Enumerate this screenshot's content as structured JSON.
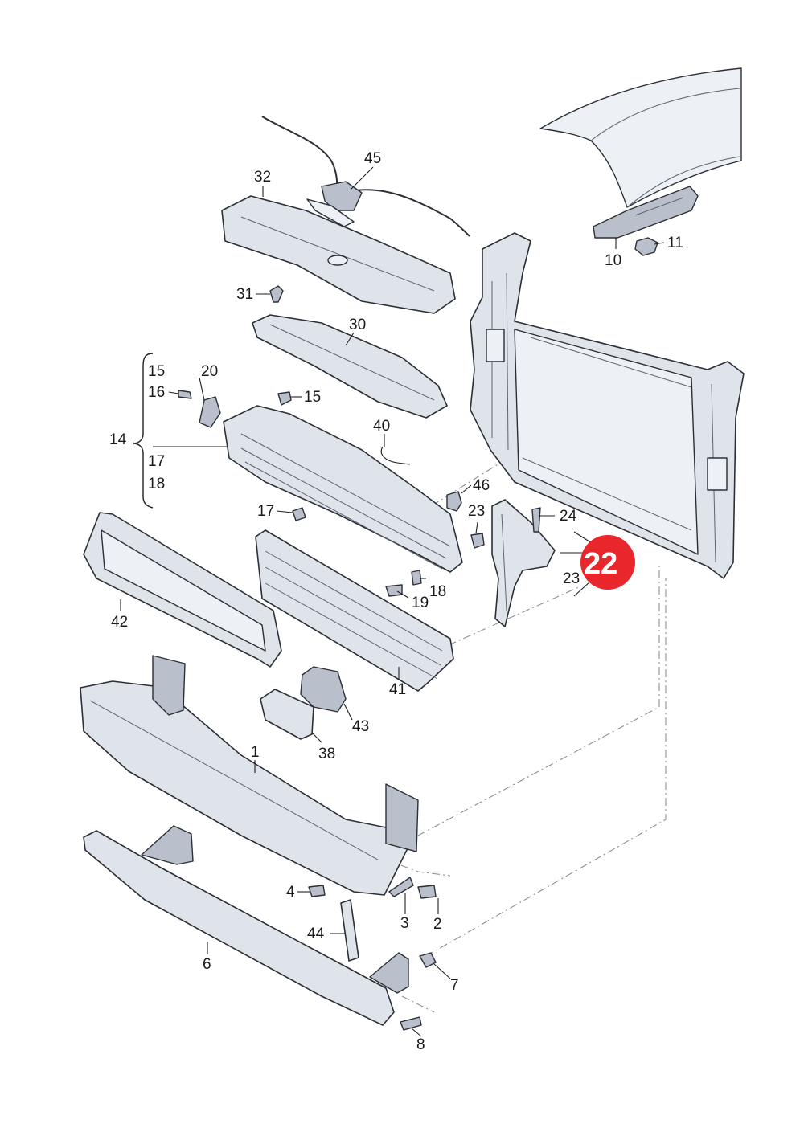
{
  "labels": {
    "l1": "1",
    "l2": "2",
    "l3": "3",
    "l4": "4",
    "l6": "6",
    "l7": "7",
    "l8": "8",
    "l10": "10",
    "l11": "11",
    "l14": "14",
    "l15a": "15",
    "l15b": "15",
    "l16": "16",
    "l17a": "17",
    "l17b": "17",
    "l18a": "18",
    "l18b": "18",
    "l19": "19",
    "l20": "20",
    "l22": "22",
    "l23a": "23",
    "l23b": "23",
    "l24": "24",
    "l30": "30",
    "l31": "31",
    "l32": "32",
    "l38": "38",
    "l40": "40",
    "l41": "41",
    "l42": "42",
    "l43": "43",
    "l44": "44",
    "l45": "45",
    "l46": "46"
  },
  "colors": {
    "highlight": "#e8262b",
    "highlight_text": "#ffffff",
    "part_fill": "#dfe3ea",
    "outline": "#2b2f36"
  }
}
